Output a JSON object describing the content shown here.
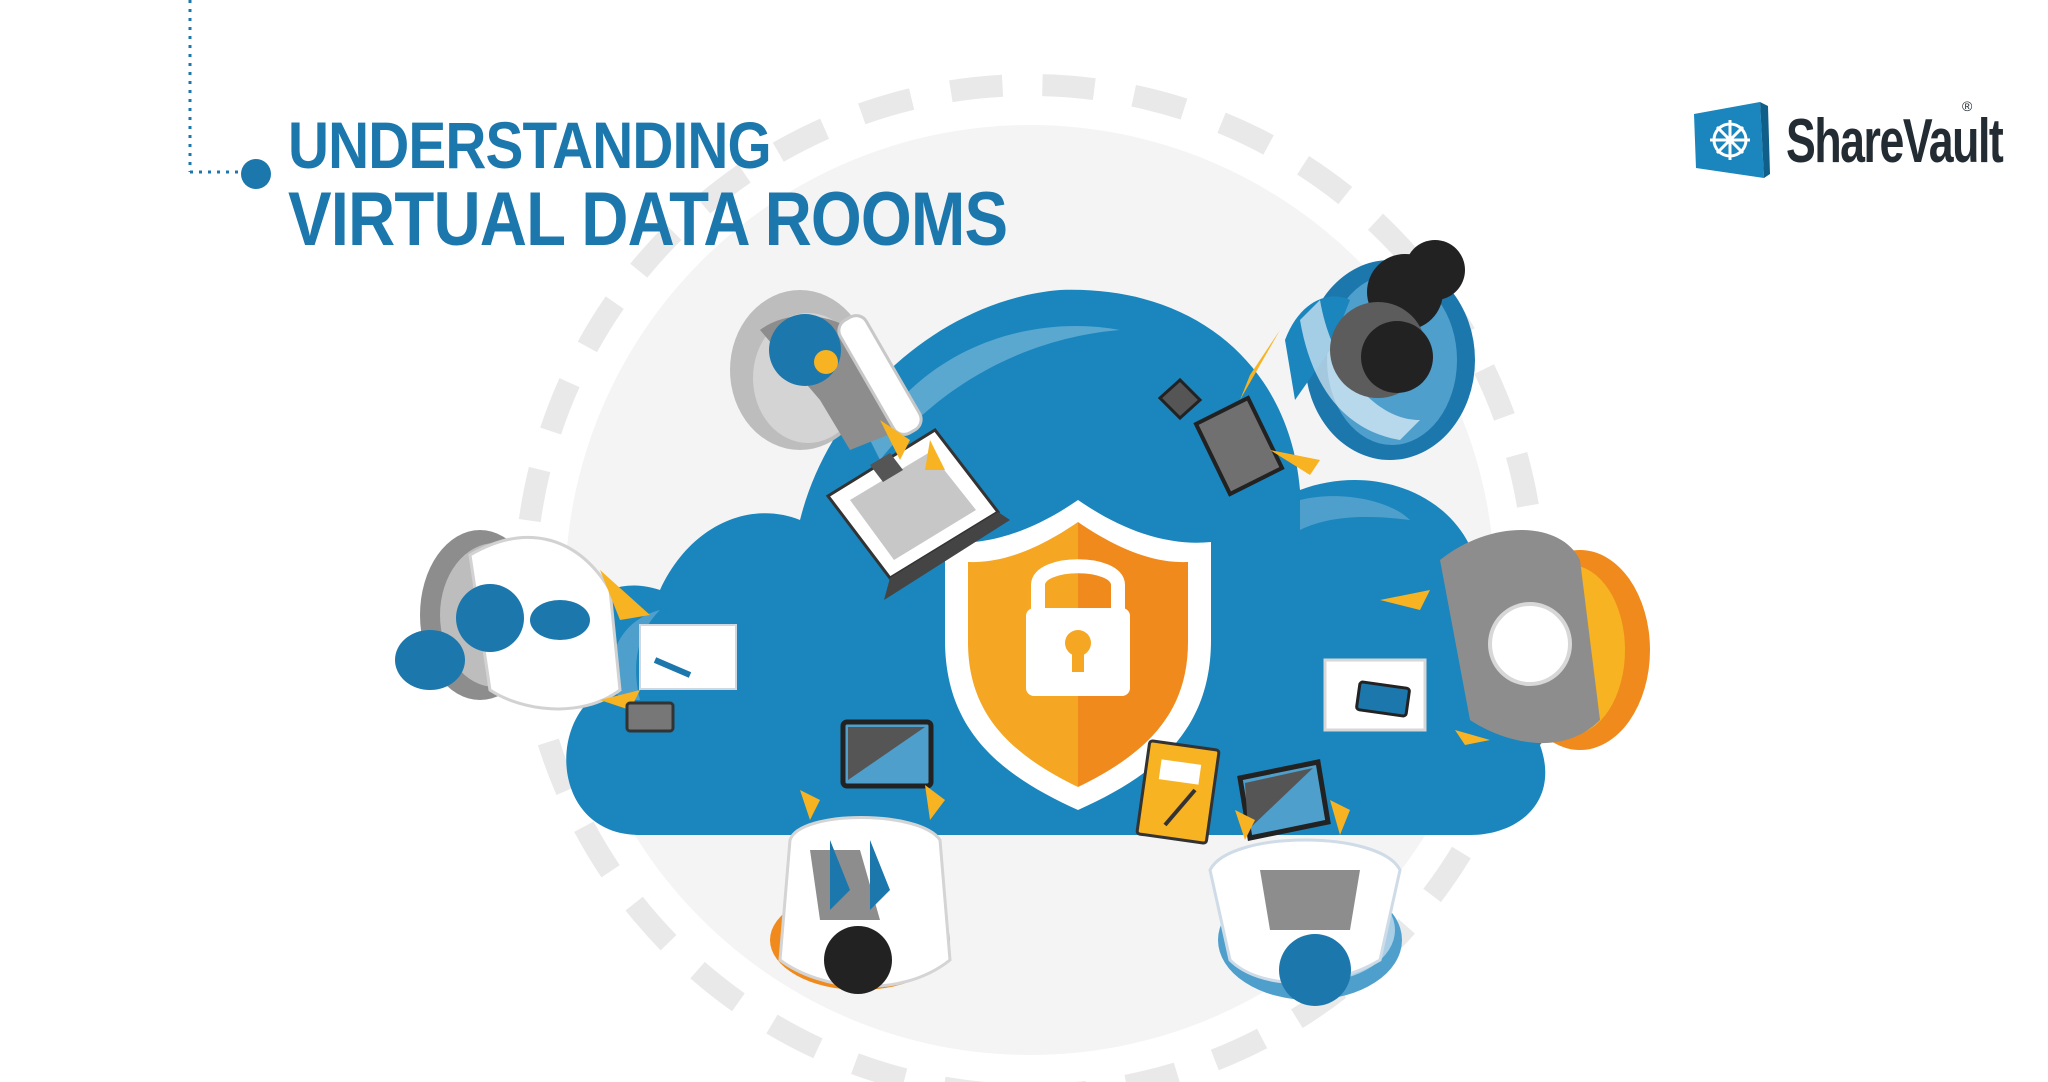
{
  "header": {
    "title_line1": "UNDERSTANDING",
    "title_line2": "VIRTUAL DATA ROOMS"
  },
  "logo": {
    "brand": "ShareVault",
    "registered": "®",
    "icon": "vault-dial-icon"
  },
  "illustration": {
    "center_icon": "shield-lock-icon",
    "colors": {
      "title_blue": "#1c77ad",
      "cloud_blue": "#1a86bd",
      "shield_orange": "#f5a623",
      "accent_yellow": "#f7b321",
      "ring_gray": "#ededed"
    }
  }
}
